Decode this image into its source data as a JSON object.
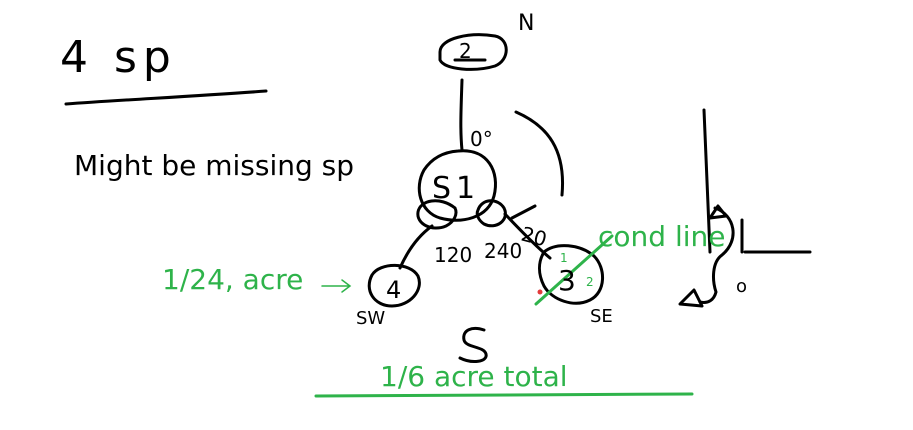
{
  "title": "4 sp",
  "note": "Might be missing sp",
  "compass": {
    "north": "N",
    "south": "S",
    "southwest": "SW",
    "southeast": "SE"
  },
  "plots": [
    {
      "number": "2",
      "role": "north plot"
    },
    {
      "number": "1",
      "prefix": "S",
      "role": "center plot"
    },
    {
      "number": "4",
      "role": "southwest plot"
    },
    {
      "number": "3",
      "role": "southeast plot"
    }
  ],
  "angles": {
    "north": "0°",
    "southwest": "120",
    "southeast": "240",
    "distance": "20"
  },
  "sub_marks": {
    "one": "1",
    "two": "2"
  },
  "annotations": {
    "cond_line": "cond line",
    "sw_area": "1/24, acre",
    "total": "1/6 acre total",
    "side_zero": "o"
  },
  "colors": {
    "ink": "#000000",
    "annotation": "#2eb34a",
    "marker": "#e33a3a"
  }
}
